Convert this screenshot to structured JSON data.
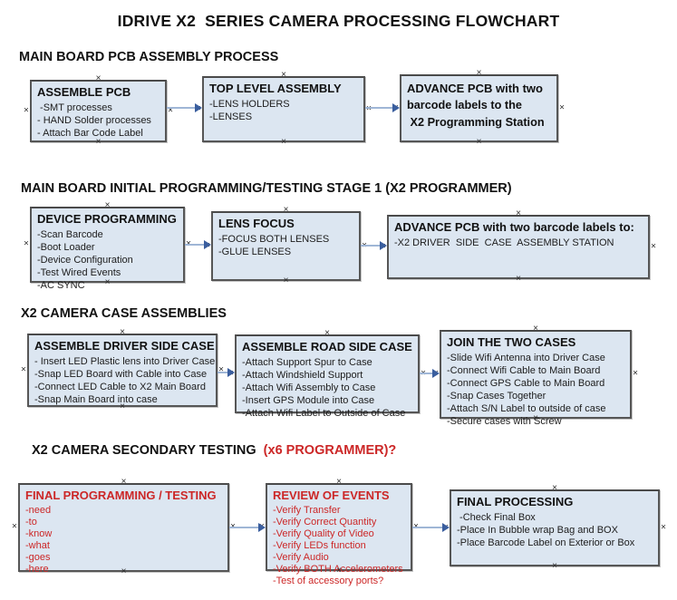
{
  "title": "IDRIVE X2  SERIES CAMERA PROCESSING FLOWCHART",
  "icons": {
    "connection_point": "×"
  },
  "colors": {
    "box_fill": "#dce6f1",
    "box_border": "#565656",
    "red_text": "#cc2727",
    "arrow_line": "#9fb6d6",
    "arrow_head": "#3a5e9e"
  },
  "sections": [
    {
      "heading": "MAIN BOARD PCB ASSEMBLY PROCESS",
      "boxes": [
        {
          "title": "ASSEMBLE PCB",
          "items": [
            " -SMT processes",
            "- HAND Solder processes",
            "- Attach Bar Code Label"
          ]
        },
        {
          "title": "TOP LEVEL ASSEMBLY",
          "items": [
            "-LENS HOLDERS",
            "-LENSES"
          ]
        },
        {
          "title": "ADVANCE PCB with two",
          "items": [
            "barcode labels to the",
            " X2 Programming Station"
          ],
          "items_bold": true
        }
      ]
    },
    {
      "heading": "MAIN BOARD INITIAL PROGRAMMING/TESTING STAGE 1 (X2 PROGRAMMER)",
      "boxes": [
        {
          "title": "DEVICE PROGRAMMING",
          "items": [
            "-Scan Barcode",
            "-Boot Loader",
            "-Device Configuration",
            "-Test Wired Events",
            "-AC SYNC"
          ]
        },
        {
          "title": "LENS FOCUS",
          "items": [
            "-FOCUS BOTH LENSES",
            "-GLUE LENSES"
          ]
        },
        {
          "title": "ADVANCE PCB with two barcode labels to:",
          "items": [
            "-X2 DRIVER  SIDE  CASE  ASSEMBLY STATION"
          ]
        }
      ]
    },
    {
      "heading": "X2 CAMERA CASE ASSEMBLIES",
      "boxes": [
        {
          "title": "ASSEMBLE DRIVER SIDE CASE",
          "items": [
            "- Insert LED Plastic lens into Driver Case",
            "-Snap LED Board with Cable into Case",
            "-Connect LED Cable to X2 Main Board",
            "-Snap Main Board into case"
          ]
        },
        {
          "title": "ASSEMBLE ROAD SIDE CASE",
          "items": [
            "-Attach Support Spur to Case",
            "-Attach Windshield Support",
            "-Attach Wifi Assembly to Case",
            "-Insert GPS Module into Case",
            "-Attach Wifi Label to Outside of Case"
          ]
        },
        {
          "title": "JOIN THE TWO CASES",
          "items": [
            "-Slide Wifi Antenna into Driver Case",
            "-Connect Wifi Cable to Main Board",
            "-Connect GPS Cable to Main Board",
            "-Snap Cases Together",
            "-Attach S/N Label to outside of case",
            "-Secure cases with Screw"
          ]
        }
      ]
    },
    {
      "heading": "X2 CAMERA SECONDARY TESTING  ",
      "heading_red": "(x6 PROGRAMMER)?",
      "boxes": [
        {
          "title": "FINAL PROGRAMMING / TESTING",
          "items": [
            "-need",
            "-to",
            "-know",
            "-what",
            "-goes",
            "-here"
          ],
          "red": true
        },
        {
          "title": "REVIEW OF EVENTS",
          "items": [
            "-Verify Transfer",
            "-Verify Correct Quantity",
            "-Verify Quality of Video",
            "-Verify LEDs function",
            "-Verify Audio",
            "-Verify BOTH Accelerometers",
            "-Test of accessory ports?"
          ],
          "red": true
        },
        {
          "title": "FINAL PROCESSING",
          "items": [
            " -Check Final Box",
            "-Place In Bubble wrap Bag and BOX",
            "-Place Barcode Label on Exterior or Box"
          ]
        }
      ]
    }
  ]
}
